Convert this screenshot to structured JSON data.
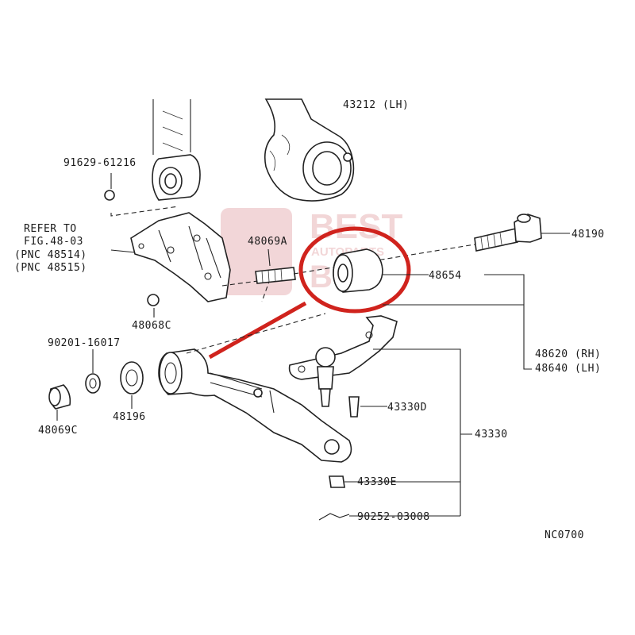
{
  "colors": {
    "line": "#222222",
    "highlight": "#d0231d",
    "watermark": "#e8b5b8"
  },
  "watermark": {
    "line1": "BEST",
    "line2": "AUTOPARTS",
    "line3": "BUY"
  },
  "labels": {
    "p43212": "43212 (LH)",
    "p91629": "91629-61216",
    "refer1": "REFER TO",
    "refer2": "FIG.48-03",
    "refer3": "(PNC 48514)",
    "refer4": "(PNC 48515)",
    "p48069a": "48069A",
    "p48190": "48190",
    "p48654": "48654",
    "p48068c": "48068C",
    "p90201": "90201-16017",
    "p48620": "48620 (RH)",
    "p48640": "48640 (LH)",
    "p48196": "48196",
    "p48069c": "48069C",
    "p43330d": "43330D",
    "p43330": "43330",
    "p43330e": "43330E",
    "p90252": "90252-03008",
    "code": "NC0700"
  }
}
